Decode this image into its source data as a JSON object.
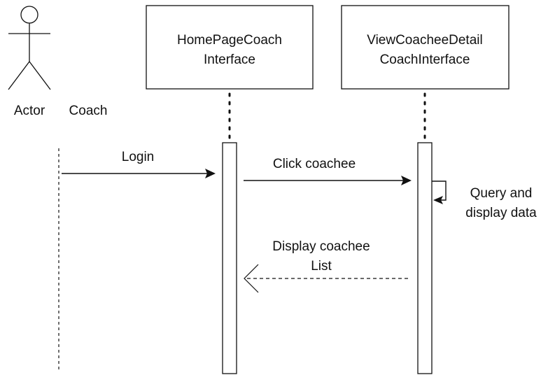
{
  "actor": {
    "type_label": "Actor",
    "name": "Coach"
  },
  "participants": [
    {
      "line1": "HomePageCoach",
      "line2": "Interface"
    },
    {
      "line1": "ViewCoacheeDetail",
      "line2": "CoachInterface"
    }
  ],
  "messages": {
    "login": "Login",
    "click_coachee": "Click coachee",
    "self_call": {
      "line1": "Query and",
      "line2": "display data"
    },
    "return": {
      "line1": "Display coachee",
      "line2": "List"
    }
  }
}
